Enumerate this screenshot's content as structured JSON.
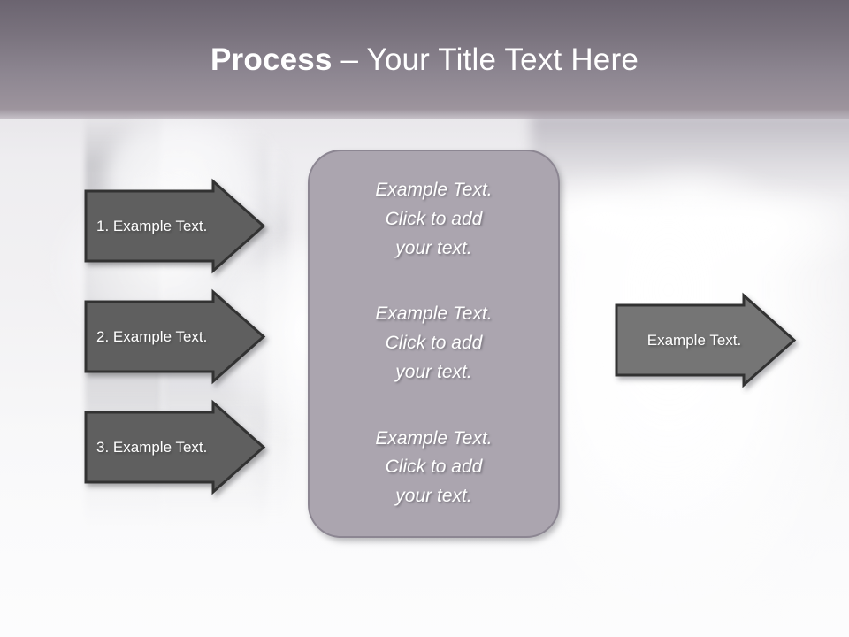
{
  "slide": {
    "title_bold": "Process",
    "title_rest": " – Your Title Text Here",
    "title_full": "Process – Your Title Text Here",
    "background_description": "grayscale photo of cooling towers emitting smoke"
  },
  "colors": {
    "title_band_top": "#6b6470",
    "title_band_bottom": "#9d949d",
    "title_text": "#ffffff",
    "arrow_left_fill": "#5e5e5e",
    "arrow_right_fill": "#757575",
    "arrow_border": "#333333",
    "center_box_fill": "#aba5af",
    "center_box_border": "#8c8692",
    "center_text": "#ffffff",
    "page_background": "#f4f4f6"
  },
  "steps": [
    {
      "id": "step-1",
      "label": "1. Example Text."
    },
    {
      "id": "step-2",
      "label": "2. Example Text."
    },
    {
      "id": "step-3",
      "label": "3. Example Text."
    }
  ],
  "center_box": {
    "blocks": [
      {
        "id": "center-block-1",
        "text": "Example Text.\nClick  to add\nyour text."
      },
      {
        "id": "center-block-2",
        "text": "Example Text.\nClick  to add\nyour text."
      },
      {
        "id": "center-block-3",
        "text": "Example Text.\nClick  to add\nyour text."
      }
    ]
  },
  "result": {
    "label": "Example Text."
  }
}
